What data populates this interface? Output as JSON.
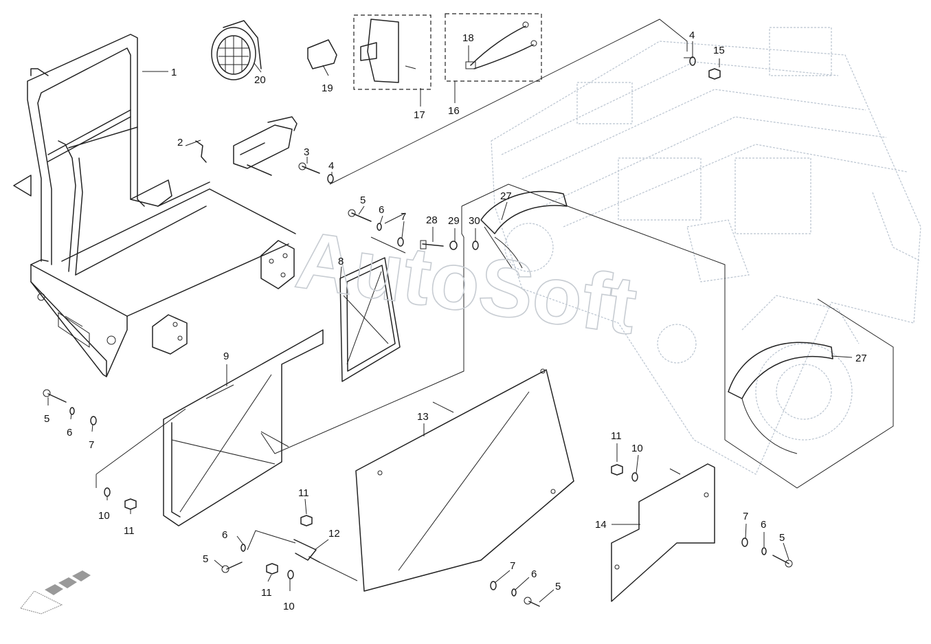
{
  "watermark": "AutoSoft",
  "callouts": [
    {
      "id": "c1",
      "text": "1"
    },
    {
      "id": "c2",
      "text": "2"
    },
    {
      "id": "c3",
      "text": "3"
    },
    {
      "id": "c4a",
      "text": "4"
    },
    {
      "id": "c4b",
      "text": "4"
    },
    {
      "id": "c15",
      "text": "15"
    },
    {
      "id": "c5a",
      "text": "5"
    },
    {
      "id": "c6a",
      "text": "6"
    },
    {
      "id": "c7a",
      "text": "7"
    },
    {
      "id": "c28",
      "text": "28"
    },
    {
      "id": "c29",
      "text": "29"
    },
    {
      "id": "c30",
      "text": "30"
    },
    {
      "id": "c27a",
      "text": "27"
    },
    {
      "id": "c27b",
      "text": "27"
    },
    {
      "id": "c8",
      "text": "8"
    },
    {
      "id": "c9",
      "text": "9"
    },
    {
      "id": "c5b",
      "text": "5"
    },
    {
      "id": "c6b",
      "text": "6"
    },
    {
      "id": "c7b",
      "text": "7"
    },
    {
      "id": "c10a",
      "text": "10"
    },
    {
      "id": "c11a",
      "text": "11"
    },
    {
      "id": "c13",
      "text": "13"
    },
    {
      "id": "c11b",
      "text": "11"
    },
    {
      "id": "c12",
      "text": "12"
    },
    {
      "id": "c6c",
      "text": "6"
    },
    {
      "id": "c5c",
      "text": "5"
    },
    {
      "id": "c11c",
      "text": "11"
    },
    {
      "id": "c10b",
      "text": "10"
    },
    {
      "id": "c7c",
      "text": "7"
    },
    {
      "id": "c6d",
      "text": "6"
    },
    {
      "id": "c5d",
      "text": "5"
    },
    {
      "id": "c11d",
      "text": "11"
    },
    {
      "id": "c10c",
      "text": "10"
    },
    {
      "id": "c14",
      "text": "14"
    },
    {
      "id": "c7d",
      "text": "7"
    },
    {
      "id": "c6e",
      "text": "6"
    },
    {
      "id": "c5e",
      "text": "5"
    },
    {
      "id": "c20",
      "text": "20"
    },
    {
      "id": "c19",
      "text": "19"
    },
    {
      "id": "c17",
      "text": "17"
    },
    {
      "id": "c18",
      "text": "18"
    },
    {
      "id": "c16",
      "text": "16"
    }
  ]
}
